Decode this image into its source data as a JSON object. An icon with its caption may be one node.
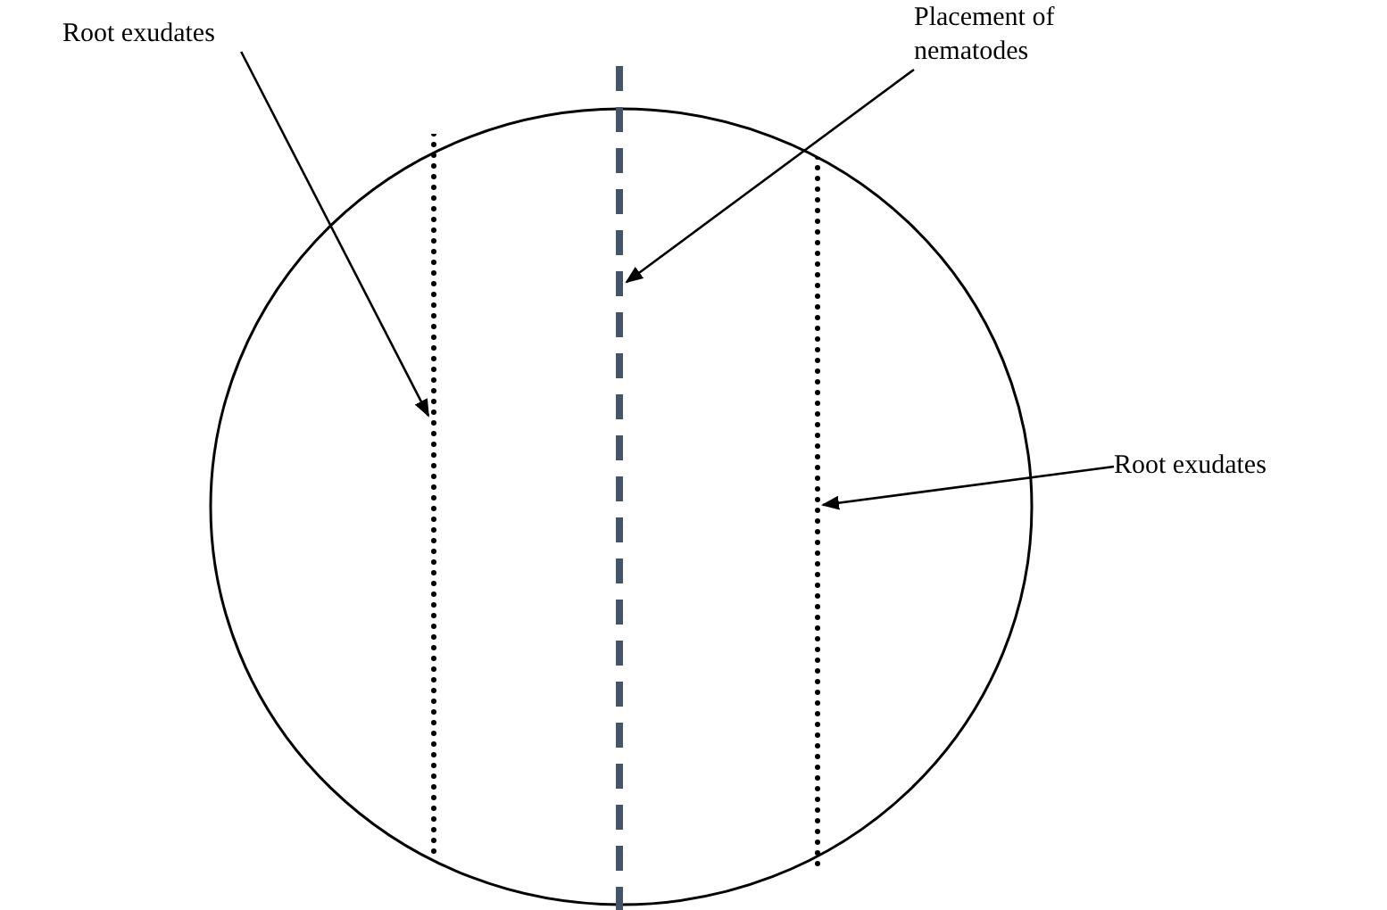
{
  "diagram": {
    "nodes": [
      {
        "text": [
          "Root exudates"
        ]
      },
      {
        "text": [
          "Placement of nematodes"
        ]
      },
      {
        "text": [
          "Root exudates"
        ]
      },
      {
        "text": [],
        "shape": "circle"
      },
      {
        "text": [],
        "shape": "line",
        "in": 3
      },
      {
        "text": [],
        "shape": "line",
        "in": 3
      },
      {
        "text": [],
        "shape": "line",
        "in": 3
      }
    ],
    "edges": [
      {
        "from": 0,
        "to": 4,
        "arrow": "to"
      },
      {
        "from": 1,
        "to": 5,
        "arrow": "to"
      },
      {
        "from": 2,
        "to": 6,
        "arrow": "to"
      }
    ]
  }
}
